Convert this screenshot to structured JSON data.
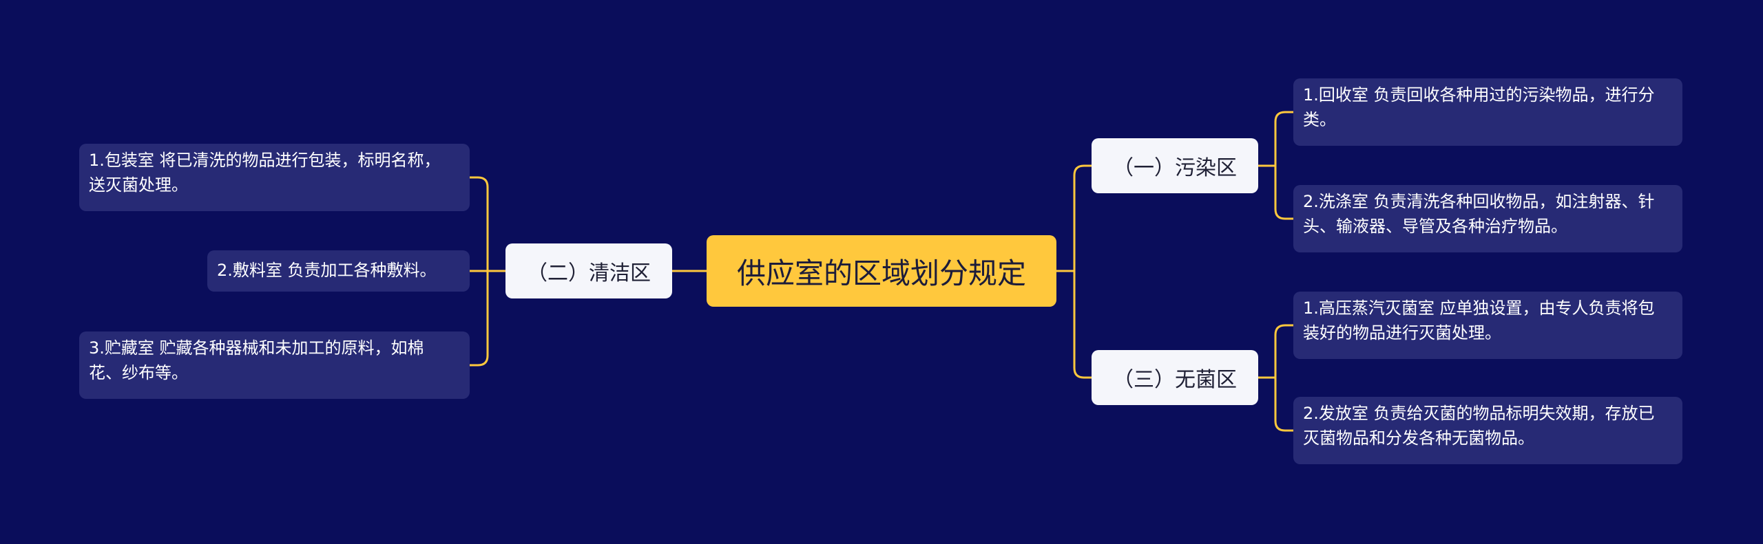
{
  "title": "供应室的区域划分规定",
  "colors": {
    "background": "#0a0d5b",
    "root": "#ffc83d",
    "branch": "#f5f6fb",
    "leaf": "#272a75",
    "connector": "#ffc83d"
  },
  "branches": {
    "polluted": {
      "label": "（一）污染区",
      "items": [
        "1.回收室 负责回收各种用过的污染物品，进行分类。",
        "2.洗涤室 负责清洗各种回收物品，如注射器、针头、输液器、导管及各种治疗物品。"
      ]
    },
    "clean": {
      "label": "（二）清洁区",
      "items": [
        "1.包装室 将已清洗的物品进行包装，标明名称，送灭菌处理。",
        "2.敷料室 负责加工各种敷料。",
        "3.贮藏室 贮藏各种器械和未加工的原料，如棉花、纱布等。"
      ]
    },
    "sterile": {
      "label": "（三）无菌区",
      "items": [
        "1.高压蒸汽灭菌室 应单独设置，由专人负责将包装好的物品进行灭菌处理。",
        "2.发放室 负责给灭菌的物品标明失效期，存放已灭菌物品和分发各种无菌物品。"
      ]
    }
  }
}
